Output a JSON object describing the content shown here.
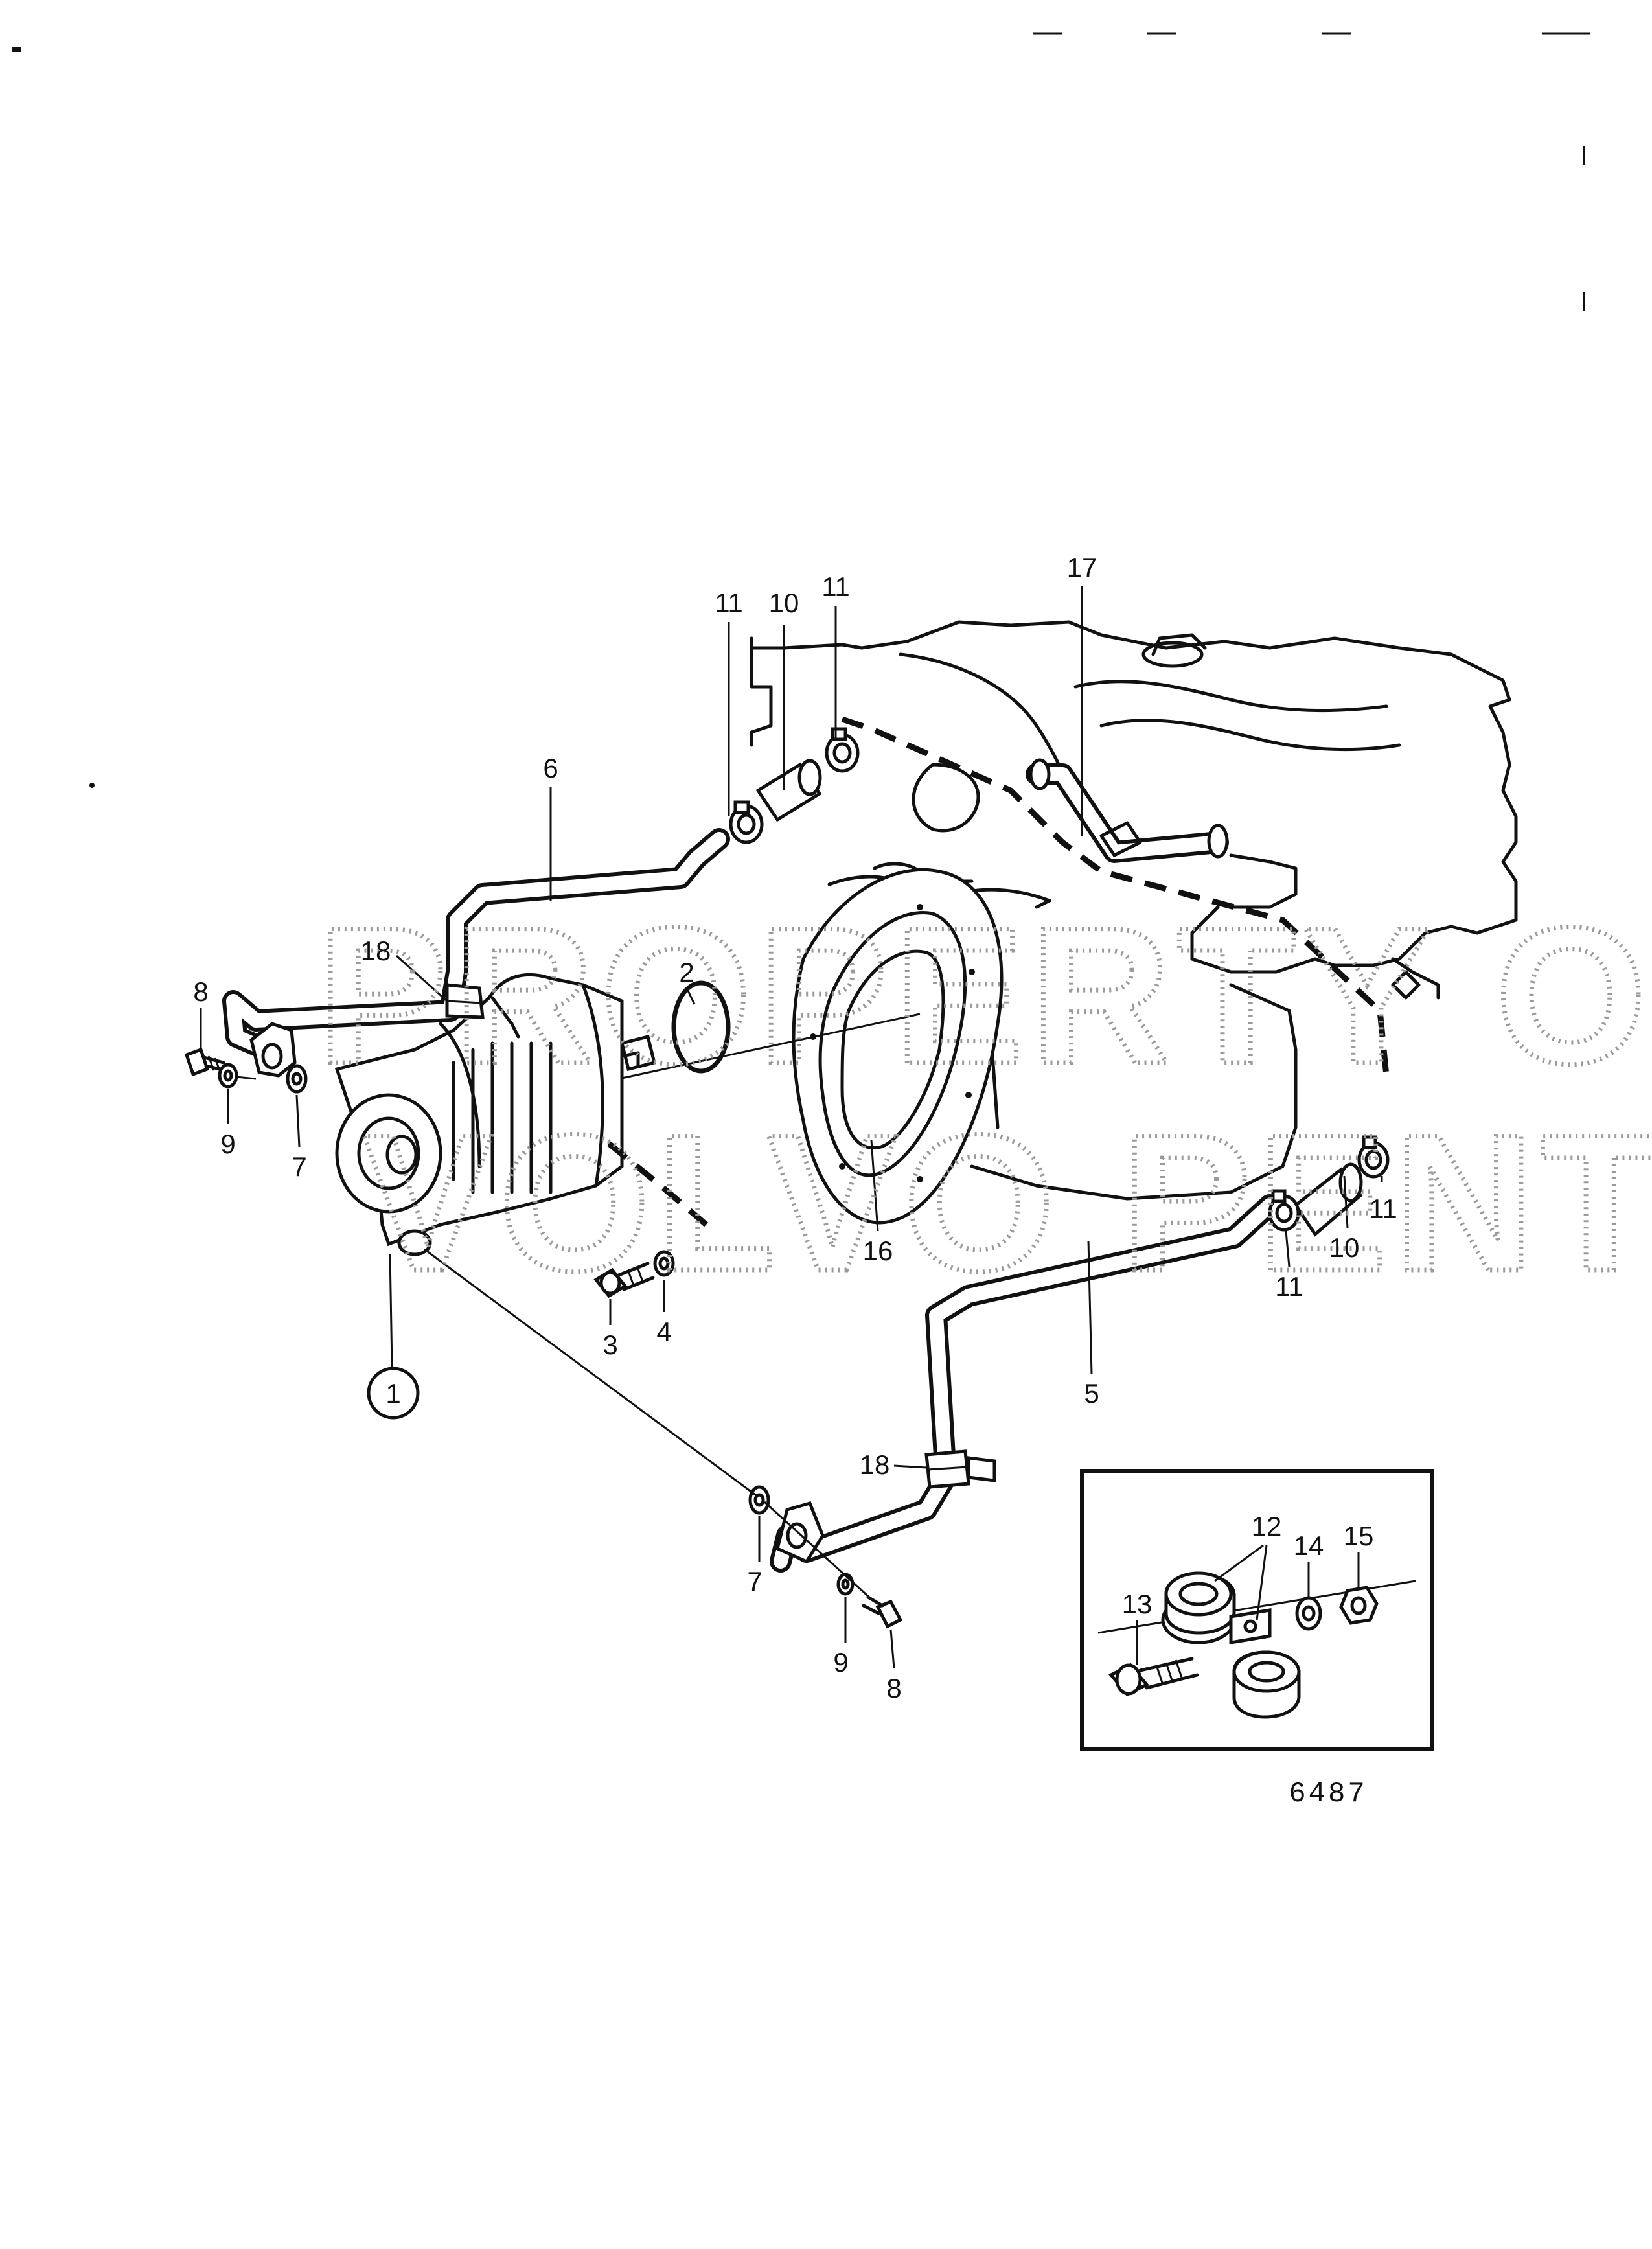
{
  "figure_number": "6487",
  "watermark": {
    "line1": "PROPERTY OF",
    "line2": "VOLVO PENTA"
  },
  "callouts": [
    {
      "id": "c1",
      "label": "1",
      "circled": true
    },
    {
      "id": "c2",
      "label": "2"
    },
    {
      "id": "c3",
      "label": "3"
    },
    {
      "id": "c4",
      "label": "4"
    },
    {
      "id": "c5",
      "label": "5"
    },
    {
      "id": "c6",
      "label": "6"
    },
    {
      "id": "c7a",
      "label": "7"
    },
    {
      "id": "c7b",
      "label": "7"
    },
    {
      "id": "c8a",
      "label": "8"
    },
    {
      "id": "c8b",
      "label": "8"
    },
    {
      "id": "c9a",
      "label": "9"
    },
    {
      "id": "c9b",
      "label": "9"
    },
    {
      "id": "c10a",
      "label": "10"
    },
    {
      "id": "c10b",
      "label": "10"
    },
    {
      "id": "c11a",
      "label": "11"
    },
    {
      "id": "c11b",
      "label": "11"
    },
    {
      "id": "c11c",
      "label": "11"
    },
    {
      "id": "c11d",
      "label": "11"
    },
    {
      "id": "c12",
      "label": "12"
    },
    {
      "id": "c13",
      "label": "13"
    },
    {
      "id": "c14",
      "label": "14"
    },
    {
      "id": "c15",
      "label": "15"
    },
    {
      "id": "c16",
      "label": "16"
    },
    {
      "id": "c17",
      "label": "17"
    },
    {
      "id": "c18a",
      "label": "18"
    },
    {
      "id": "c18b",
      "label": "18"
    }
  ]
}
